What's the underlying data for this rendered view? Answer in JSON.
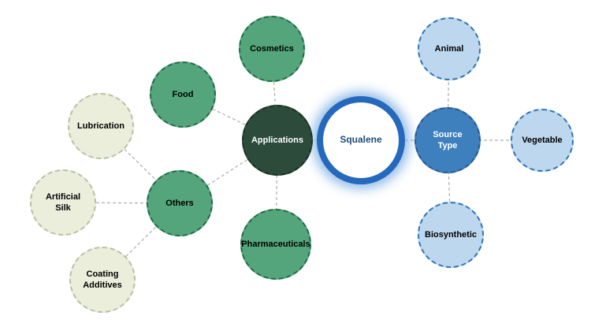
{
  "nodes": {
    "squalene": {
      "label": "Squalene"
    },
    "applications": {
      "label": "Applications"
    },
    "cosmetics": {
      "label": "Cosmetics"
    },
    "food": {
      "label": "Food"
    },
    "pharmaceuticals": {
      "label": "Pharmaceuticals"
    },
    "others": {
      "label": "Others"
    },
    "lubrication": {
      "label": "Lubrication"
    },
    "artificial_silk": {
      "label": "Artificial Silk"
    },
    "coating_additives": {
      "label": "Coating Additives"
    },
    "source_type": {
      "label": "Source Type"
    },
    "animal": {
      "label": "Animal"
    },
    "vegetable": {
      "label": "Vegetable"
    },
    "biosynthetic": {
      "label": "Biosynthetic"
    }
  },
  "connections": [
    [
      "cosmetics",
      "applications"
    ],
    [
      "food",
      "applications"
    ],
    [
      "others",
      "applications"
    ],
    [
      "pharmaceuticals",
      "applications"
    ],
    [
      "lubrication",
      "others"
    ],
    [
      "artificial_silk",
      "others"
    ],
    [
      "coating_additives",
      "others"
    ],
    [
      "animal",
      "source_type"
    ],
    [
      "vegetable",
      "source_type"
    ],
    [
      "biosynthetic",
      "source_type"
    ],
    [
      "applications",
      "squalene"
    ],
    [
      "source_type",
      "squalene"
    ]
  ],
  "colors": {
    "center_ring": "#2569bd",
    "center_glow": "#80b2e3",
    "center_text": "#1f4e79",
    "applications_fill": "#2c4b3b",
    "green_satellite_fill": "#55a57c",
    "green_satellite_border": "#1f6b44",
    "pale_satellite_fill": "#eaeedb",
    "source_type_fill": "#3e7fbe",
    "lightblue_satellite_fill": "#bdd7ee",
    "lightblue_satellite_border": "#2e75b6",
    "connector_line": "#adadad"
  }
}
